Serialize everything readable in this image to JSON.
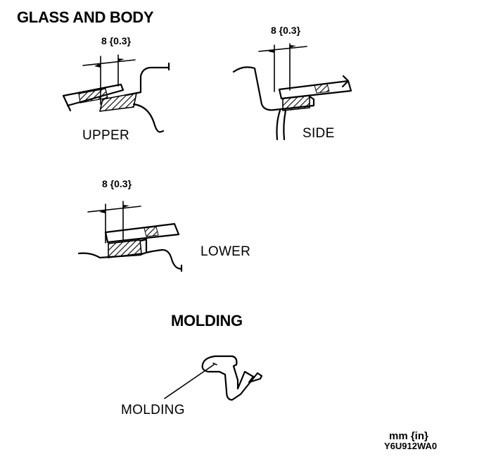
{
  "main_title": "GLASS AND BODY",
  "upper": {
    "dimension": "8 {0.3}",
    "caption": "UPPER"
  },
  "side": {
    "dimension": "8 {0.3}",
    "caption": "SIDE"
  },
  "lower": {
    "dimension": "8 {0.3}",
    "caption": "LOWER"
  },
  "molding_section": {
    "title": "MOLDING",
    "callout": "MOLDING"
  },
  "footer": {
    "unit_note": "mm {in}",
    "figure_code": "Y6U912WA0"
  }
}
